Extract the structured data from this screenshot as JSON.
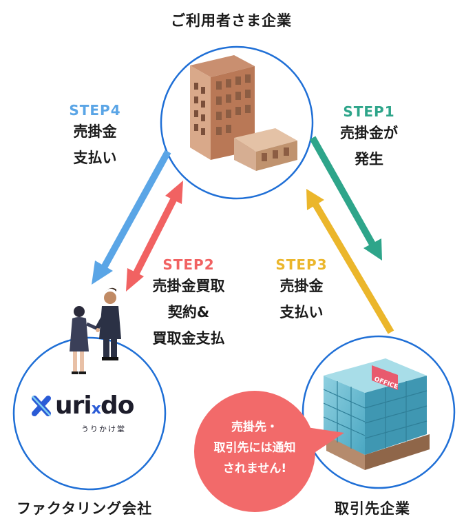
{
  "nodes": {
    "client": {
      "label": "ご利用者さま企業"
    },
    "factoring": {
      "label": "ファクタリング会社"
    },
    "partner": {
      "label": "取引先企業"
    }
  },
  "steps": [
    {
      "id": "step1",
      "title": "STEP1",
      "lines": [
        "売掛金が",
        "発生"
      ],
      "color": "#2ea58a"
    },
    {
      "id": "step2",
      "title": "STEP2",
      "lines": [
        "売掛金買取",
        "契約&",
        "買取金支払"
      ],
      "color": "#f16262"
    },
    {
      "id": "step3",
      "title": "STEP3",
      "lines": [
        "売掛金",
        "支払い"
      ],
      "color": "#ebb62b"
    },
    {
      "id": "step4",
      "title": "STEP4",
      "lines": [
        "売掛金",
        "支払い"
      ],
      "color": "#5aa5e6"
    }
  ],
  "logo": {
    "text_a": "uri",
    "text_x": "x",
    "text_b": "do",
    "sub": "うりかけ堂"
  },
  "bubble": {
    "lines": [
      "売掛先・",
      "取引先には通知",
      "されません!"
    ],
    "color": "#f26a6a"
  },
  "office_sign": "OFFICE",
  "colors": {
    "circle": "#1f6fd6"
  }
}
